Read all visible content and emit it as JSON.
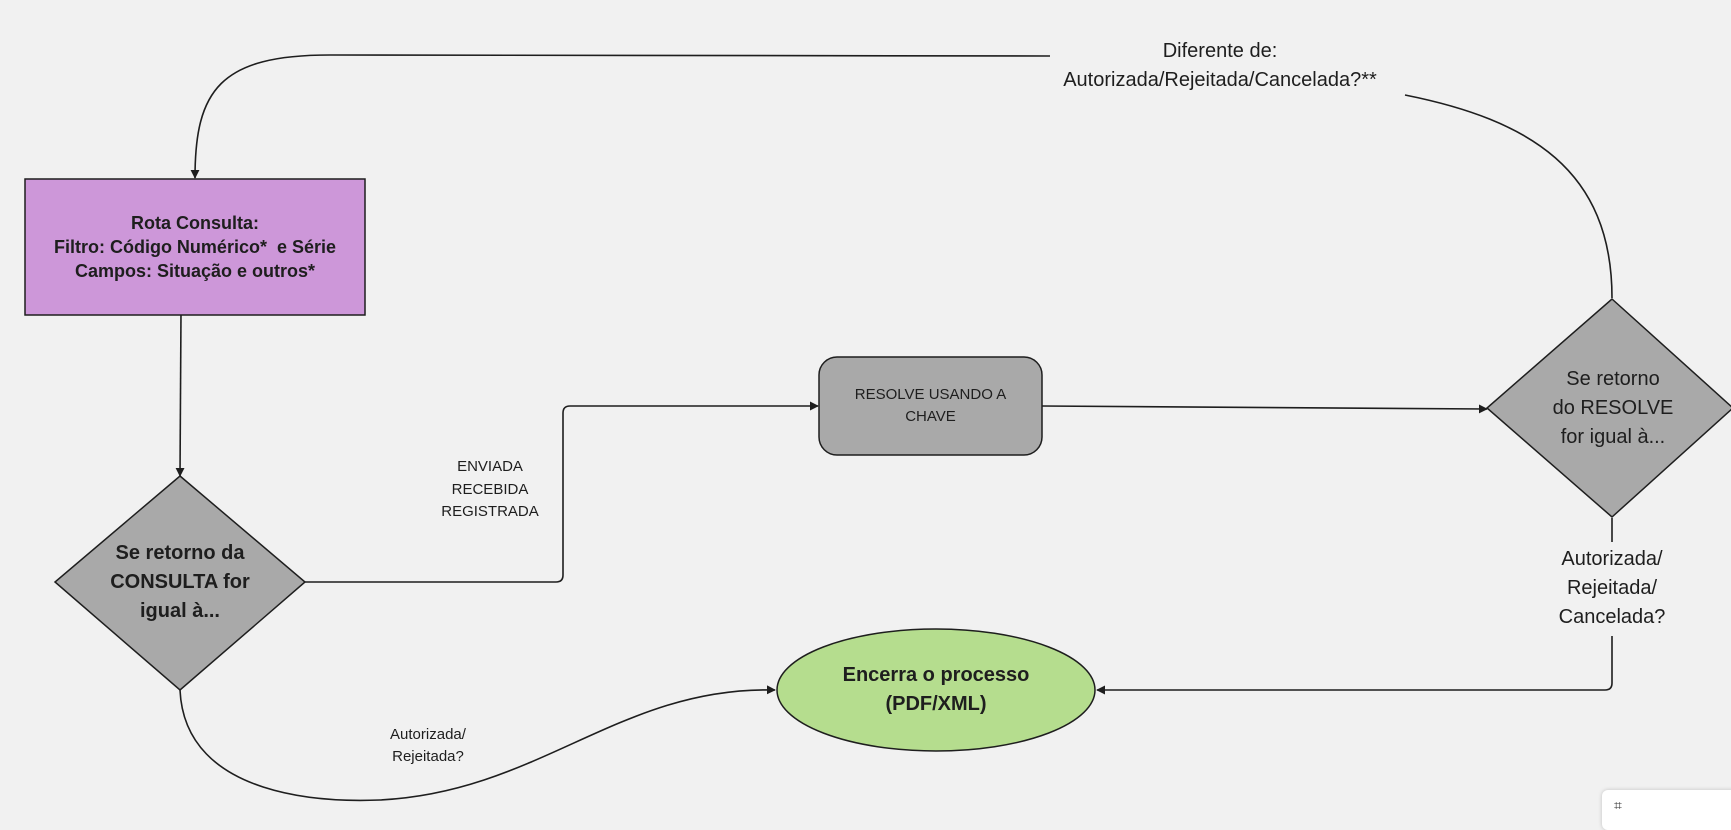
{
  "colors": {
    "background": "#f1f1f1",
    "purple_box": "#cd97d9",
    "gray_shape": "#a9a9a9",
    "green_ellipse": "#b5dd8e",
    "stroke": "#1e1e1e"
  },
  "nodes": {
    "rota_consulta": [
      "Rota Consulta:",
      "Filtro: Código Numérico*  e Série",
      "Campos: Situação e outros*"
    ],
    "decision_consulta": [
      "Se retorno da",
      "CONSULTA for",
      "igual à..."
    ],
    "resolve_box": [
      "RESOLVE USANDO A",
      "CHAVE"
    ],
    "decision_resolve": [
      "Se retorno",
      "do RESOLVE",
      "for igual à..."
    ],
    "encerra": [
      "Encerra o processo",
      "(PDF/XML)"
    ]
  },
  "edge_labels": {
    "enviada": [
      "ENVIADA",
      "RECEBIDA",
      "REGISTRADA"
    ],
    "autorizada_rejeitada": [
      "Autorizada/",
      "Rejeitada?"
    ],
    "autorizada_rejeitada_cancelada": [
      "Autorizada/",
      "Rejeitada/",
      "Cancelada?"
    ],
    "diferente_de": [
      "Diferente de:",
      "Autorizada/Rejeitada/Cancelada?**"
    ]
  },
  "toolbar": {
    "icon": "frame-icon"
  }
}
